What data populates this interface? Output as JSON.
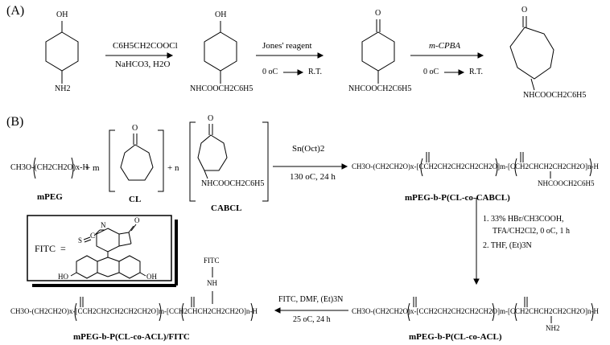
{
  "panels": {
    "a": "(A)",
    "b": "(B)"
  },
  "scheme_a": {
    "oh_top_1": "OH",
    "nh2": "NH2",
    "oh_top_2": "OH",
    "nhcoo_2": "NHCOOCH2C6H5",
    "o_top_3": "O",
    "nhcoo_3": "NHCOOCH2C6H5",
    "o_top_4": "O",
    "nhcoo_4": "NHCOOCH2C6H5",
    "step1_reagent": "C6H5CH2COOCl",
    "step1_conditions": "NaHCO3, H2O",
    "step2_reagent": "Jones' reagent",
    "step2_temp_start": "0 oC",
    "step2_temp_end": "R.T.",
    "step3_reagent": "m-CPBA",
    "step3_temp_start": "0 oC",
    "step3_temp_end": "R.T."
  },
  "scheme_b": {
    "mpeg_formula": "CH3O-(CH2CH2O)x-H",
    "plus_m": "+ m",
    "plus_n": "+ n",
    "cl_o": "O",
    "cabcl_o": "O",
    "cabcl_sub": "NHCOOCH2C6H5",
    "mpeg_label": "mPEG",
    "cl_label": "CL",
    "cabcl_label": "CABCL",
    "cat": "Sn(Oct)2",
    "cond": "130 oC, 24 h",
    "product1_formula": "CH3O-(CH2CH2O)x-[CCH2CH2CH2CH2CH2O]m-[CCH2CHCH2CH2CH2O]n-H",
    "product1_sub": "NHCOOCH2C6H5",
    "product1_label": "mPEG-b-P(CL-co-CABCL)",
    "step_b1": "1. 33% HBr/CH3COOH,",
    "step_b1b": "TFA/CH2Cl2, 0 oC, 1 h",
    "step_b2": "2. THF, (Et)3N",
    "product2_formula": "CH3O-(CH2CH2O)x-[CCH2CH2CH2CH2CH2O]m-[CCH2CHCH2CH2CH2O]n-H",
    "product2_sub": "NH2",
    "product2_label": "mPEG-b-P(CL-co-ACL)",
    "fitc_reagent": "FITC, DMF, (Et)3N",
    "fitc_cond": "25 oC, 24 h",
    "product3_formula": "CH3O-(CH2CH2O)x-[CCH2CH2CH2CH2CH2O]m-[CCH2CHCH2CH2CH2O]n-H",
    "product3_sub_nh": "NH",
    "product3_sub_fitc": "FITC",
    "product3_label": "mPEG-b-P(CL-co-ACL)/FITC",
    "fitc_box_label": "FITC",
    "fitc_box_eq": "=",
    "fitc_n": "N",
    "fitc_s": "S",
    "fitc_c": "C",
    "fitc_o": "O",
    "fitc_ho": "HO",
    "fitc_oh": "OH"
  }
}
